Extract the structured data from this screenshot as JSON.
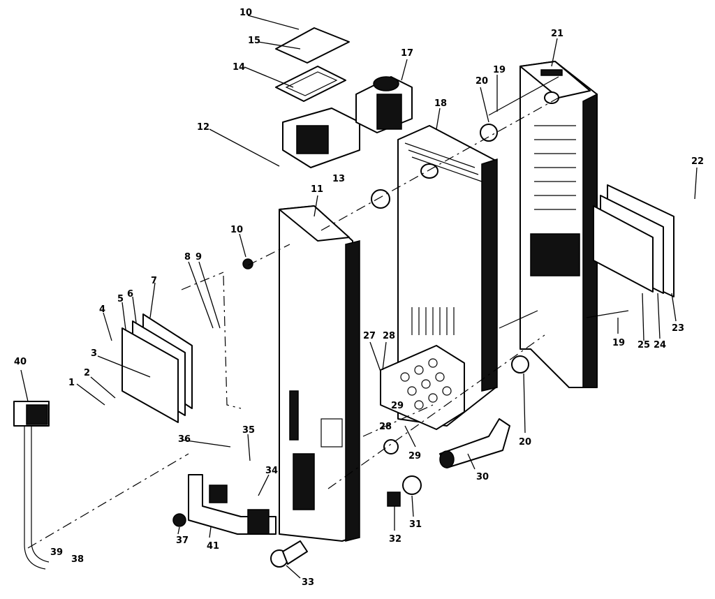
{
  "callouts": [
    {
      "id": "p1",
      "label": "1"
    },
    {
      "id": "p2",
      "label": "2"
    },
    {
      "id": "p3",
      "label": "3"
    },
    {
      "id": "p4",
      "label": "4"
    },
    {
      "id": "p5",
      "label": "5"
    },
    {
      "id": "p6",
      "label": "6"
    },
    {
      "id": "p7",
      "label": "7"
    },
    {
      "id": "p8",
      "label": "8"
    },
    {
      "id": "p9",
      "label": "9"
    },
    {
      "id": "p10a",
      "label": "10"
    },
    {
      "id": "p10b",
      "label": "10"
    },
    {
      "id": "p11",
      "label": "11"
    },
    {
      "id": "p12",
      "label": "12"
    },
    {
      "id": "p13",
      "label": "13"
    },
    {
      "id": "p14",
      "label": "14"
    },
    {
      "id": "p15",
      "label": "15"
    },
    {
      "id": "p17",
      "label": "17"
    },
    {
      "id": "p18",
      "label": "18"
    },
    {
      "id": "p19a",
      "label": "19"
    },
    {
      "id": "p19b",
      "label": "19"
    },
    {
      "id": "p20a",
      "label": "20"
    },
    {
      "id": "p20b",
      "label": "20"
    },
    {
      "id": "p21",
      "label": "21"
    },
    {
      "id": "p22",
      "label": "22"
    },
    {
      "id": "p23",
      "label": "23"
    },
    {
      "id": "p24",
      "label": "24"
    },
    {
      "id": "p25",
      "label": "25"
    },
    {
      "id": "p27",
      "label": "27"
    },
    {
      "id": "p28a",
      "label": "28"
    },
    {
      "id": "p28b",
      "label": "28"
    },
    {
      "id": "p29a",
      "label": "29"
    },
    {
      "id": "p29b",
      "label": "29"
    },
    {
      "id": "p30",
      "label": "30"
    },
    {
      "id": "p31",
      "label": "31"
    },
    {
      "id": "p32",
      "label": "32"
    },
    {
      "id": "p33",
      "label": "33"
    },
    {
      "id": "p34",
      "label": "34"
    },
    {
      "id": "p35",
      "label": "35"
    },
    {
      "id": "p36",
      "label": "36"
    },
    {
      "id": "p37",
      "label": "37"
    },
    {
      "id": "p38",
      "label": "38"
    },
    {
      "id": "p39",
      "label": "39"
    },
    {
      "id": "p40",
      "label": "40"
    },
    {
      "id": "p41",
      "label": "41"
    }
  ]
}
